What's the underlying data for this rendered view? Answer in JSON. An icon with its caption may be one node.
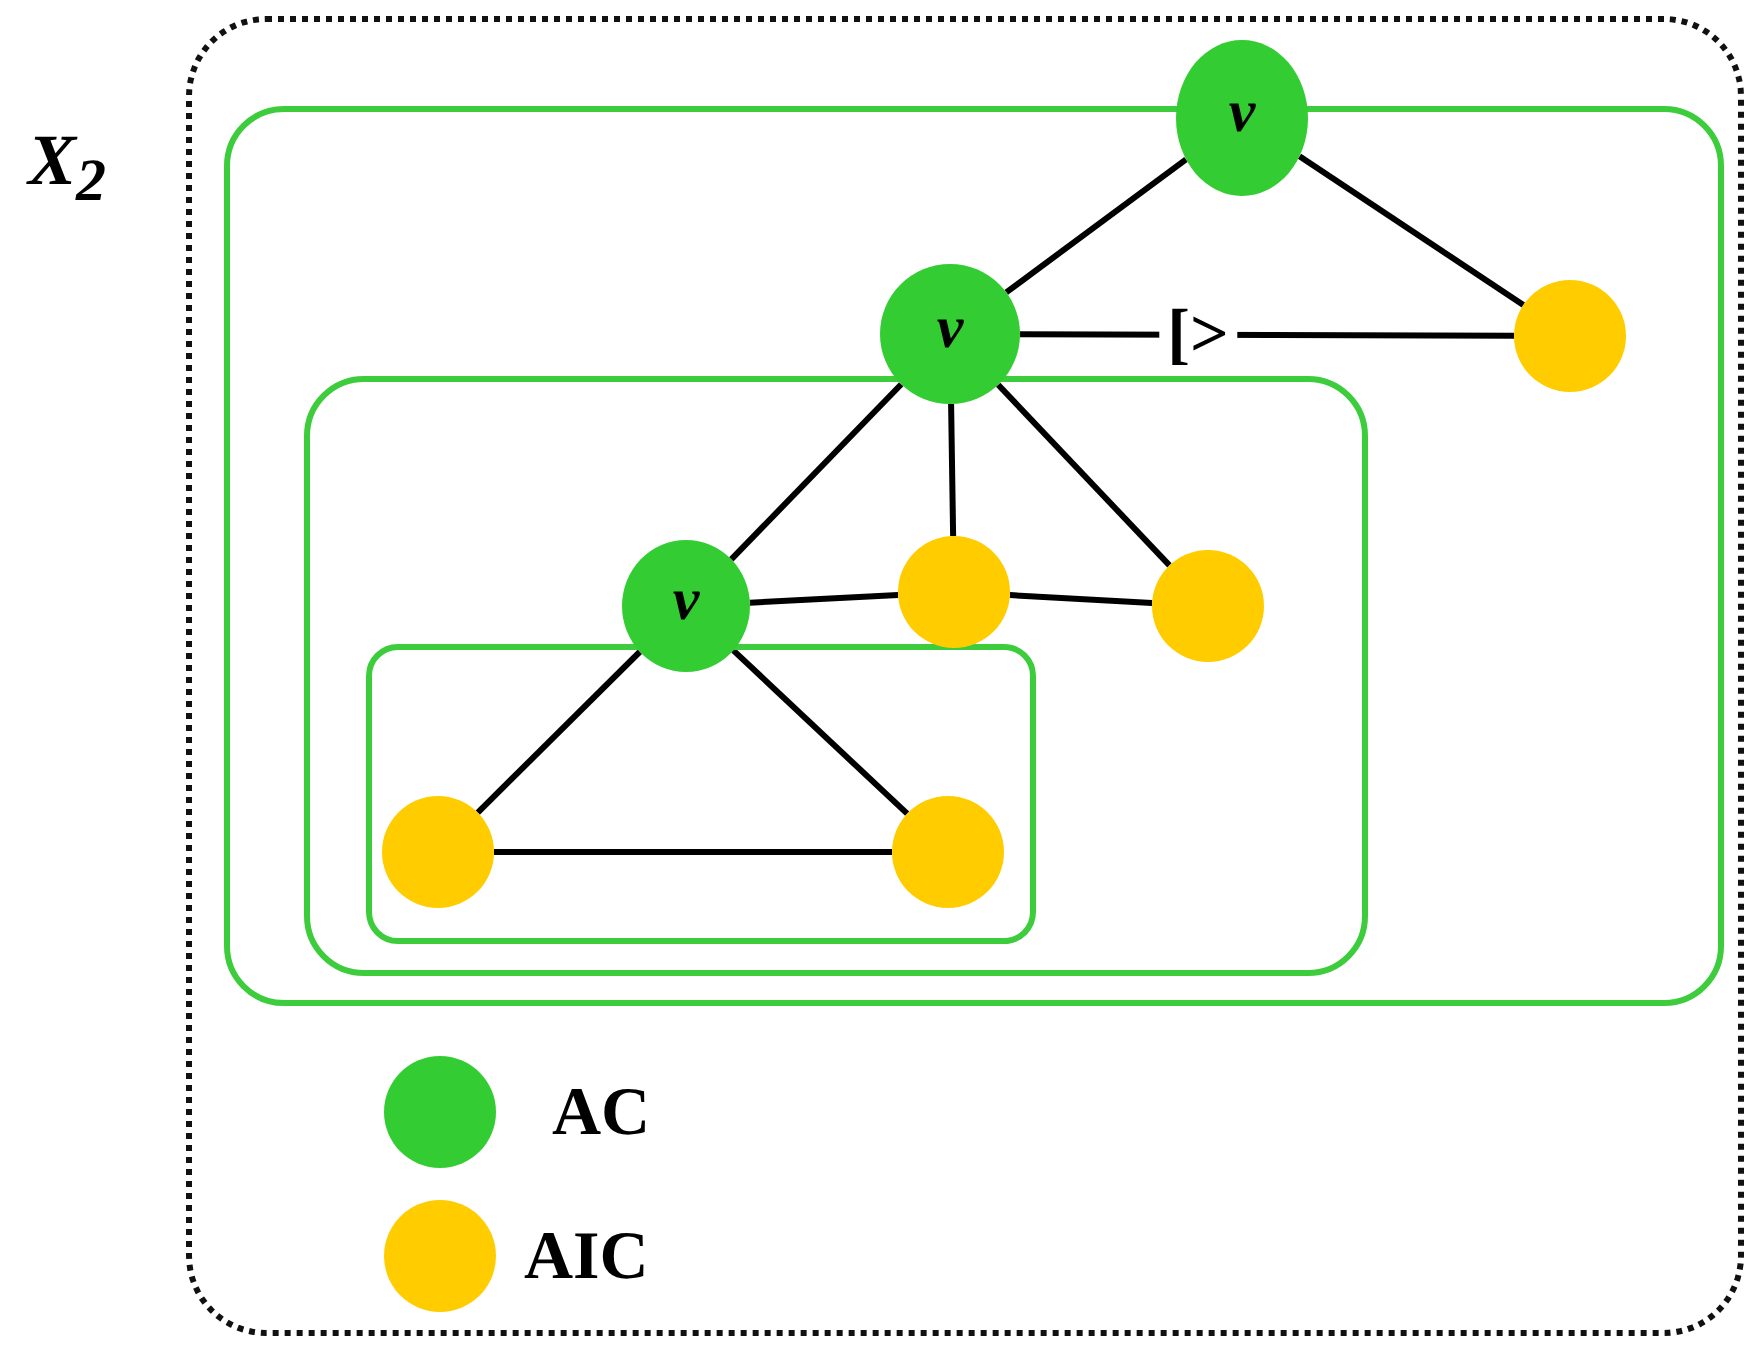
{
  "diagram": {
    "nodes": [
      {
        "text": [
          "X$_{2}$"
        ]
      },
      {
        "text": [],
        "shape": "box",
        "in": 0
      },
      {
        "text": [],
        "shape": "box",
        "in": 1
      },
      {
        "text": [],
        "shape": "box",
        "in": 2
      },
      {
        "text": [
          "v"
        ],
        "in": 0
      },
      {
        "text": [
          "v"
        ],
        "in": 1
      },
      {
        "text": [],
        "shape": "circle",
        "in": 1
      },
      {
        "text": [
          "v"
        ],
        "in": 2
      },
      {
        "text": [],
        "shape": "circle",
        "in": 2
      },
      {
        "text": [],
        "shape": "circle",
        "in": 2
      },
      {
        "text": [],
        "shape": "circle",
        "in": 3
      },
      {
        "text": [],
        "shape": "circle",
        "in": 3
      }
    ],
    "edges": [
      {
        "from": 4,
        "to": 5,
        "arrow": "none"
      },
      {
        "from": 4,
        "to": 6,
        "arrow": "none"
      },
      {
        "from": 5,
        "to": 6,
        "arrow": "none",
        "label": "[>"
      },
      {
        "from": 5,
        "to": 7,
        "arrow": "none"
      },
      {
        "from": 5,
        "to": 8,
        "arrow": "none"
      },
      {
        "from": 5,
        "to": 9,
        "arrow": "none"
      },
      {
        "from": 7,
        "to": 8,
        "arrow": "none"
      },
      {
        "from": 8,
        "to": 9,
        "arrow": "none"
      },
      {
        "from": 7,
        "to": 10,
        "arrow": "none"
      },
      {
        "from": 7,
        "to": 11,
        "arrow": "none"
      },
      {
        "from": 10,
        "to": 11,
        "arrow": "none"
      }
    ],
    "legend": [
      {
        "text": "AC",
        "color": "#33cc33"
      },
      {
        "text": "AIC",
        "color": "#ffcc00"
      }
    ]
  }
}
